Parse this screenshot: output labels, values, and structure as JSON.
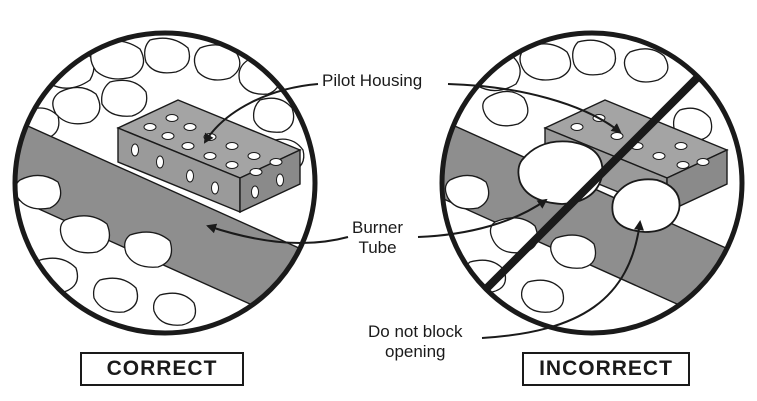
{
  "callouts": {
    "pilot_housing": "Pilot Housing",
    "burner_tube_line1": "Burner",
    "burner_tube_line2": "Tube",
    "do_not_block_line1": "Do not block",
    "do_not_block_line2": "opening"
  },
  "labels": {
    "correct": "CORRECT",
    "incorrect": "INCORRECT"
  },
  "colors": {
    "ink": "#1a1a1a",
    "tube_gray": "#8e8e8e",
    "housing_gray": "#9a9a9a",
    "background": "#ffffff"
  }
}
